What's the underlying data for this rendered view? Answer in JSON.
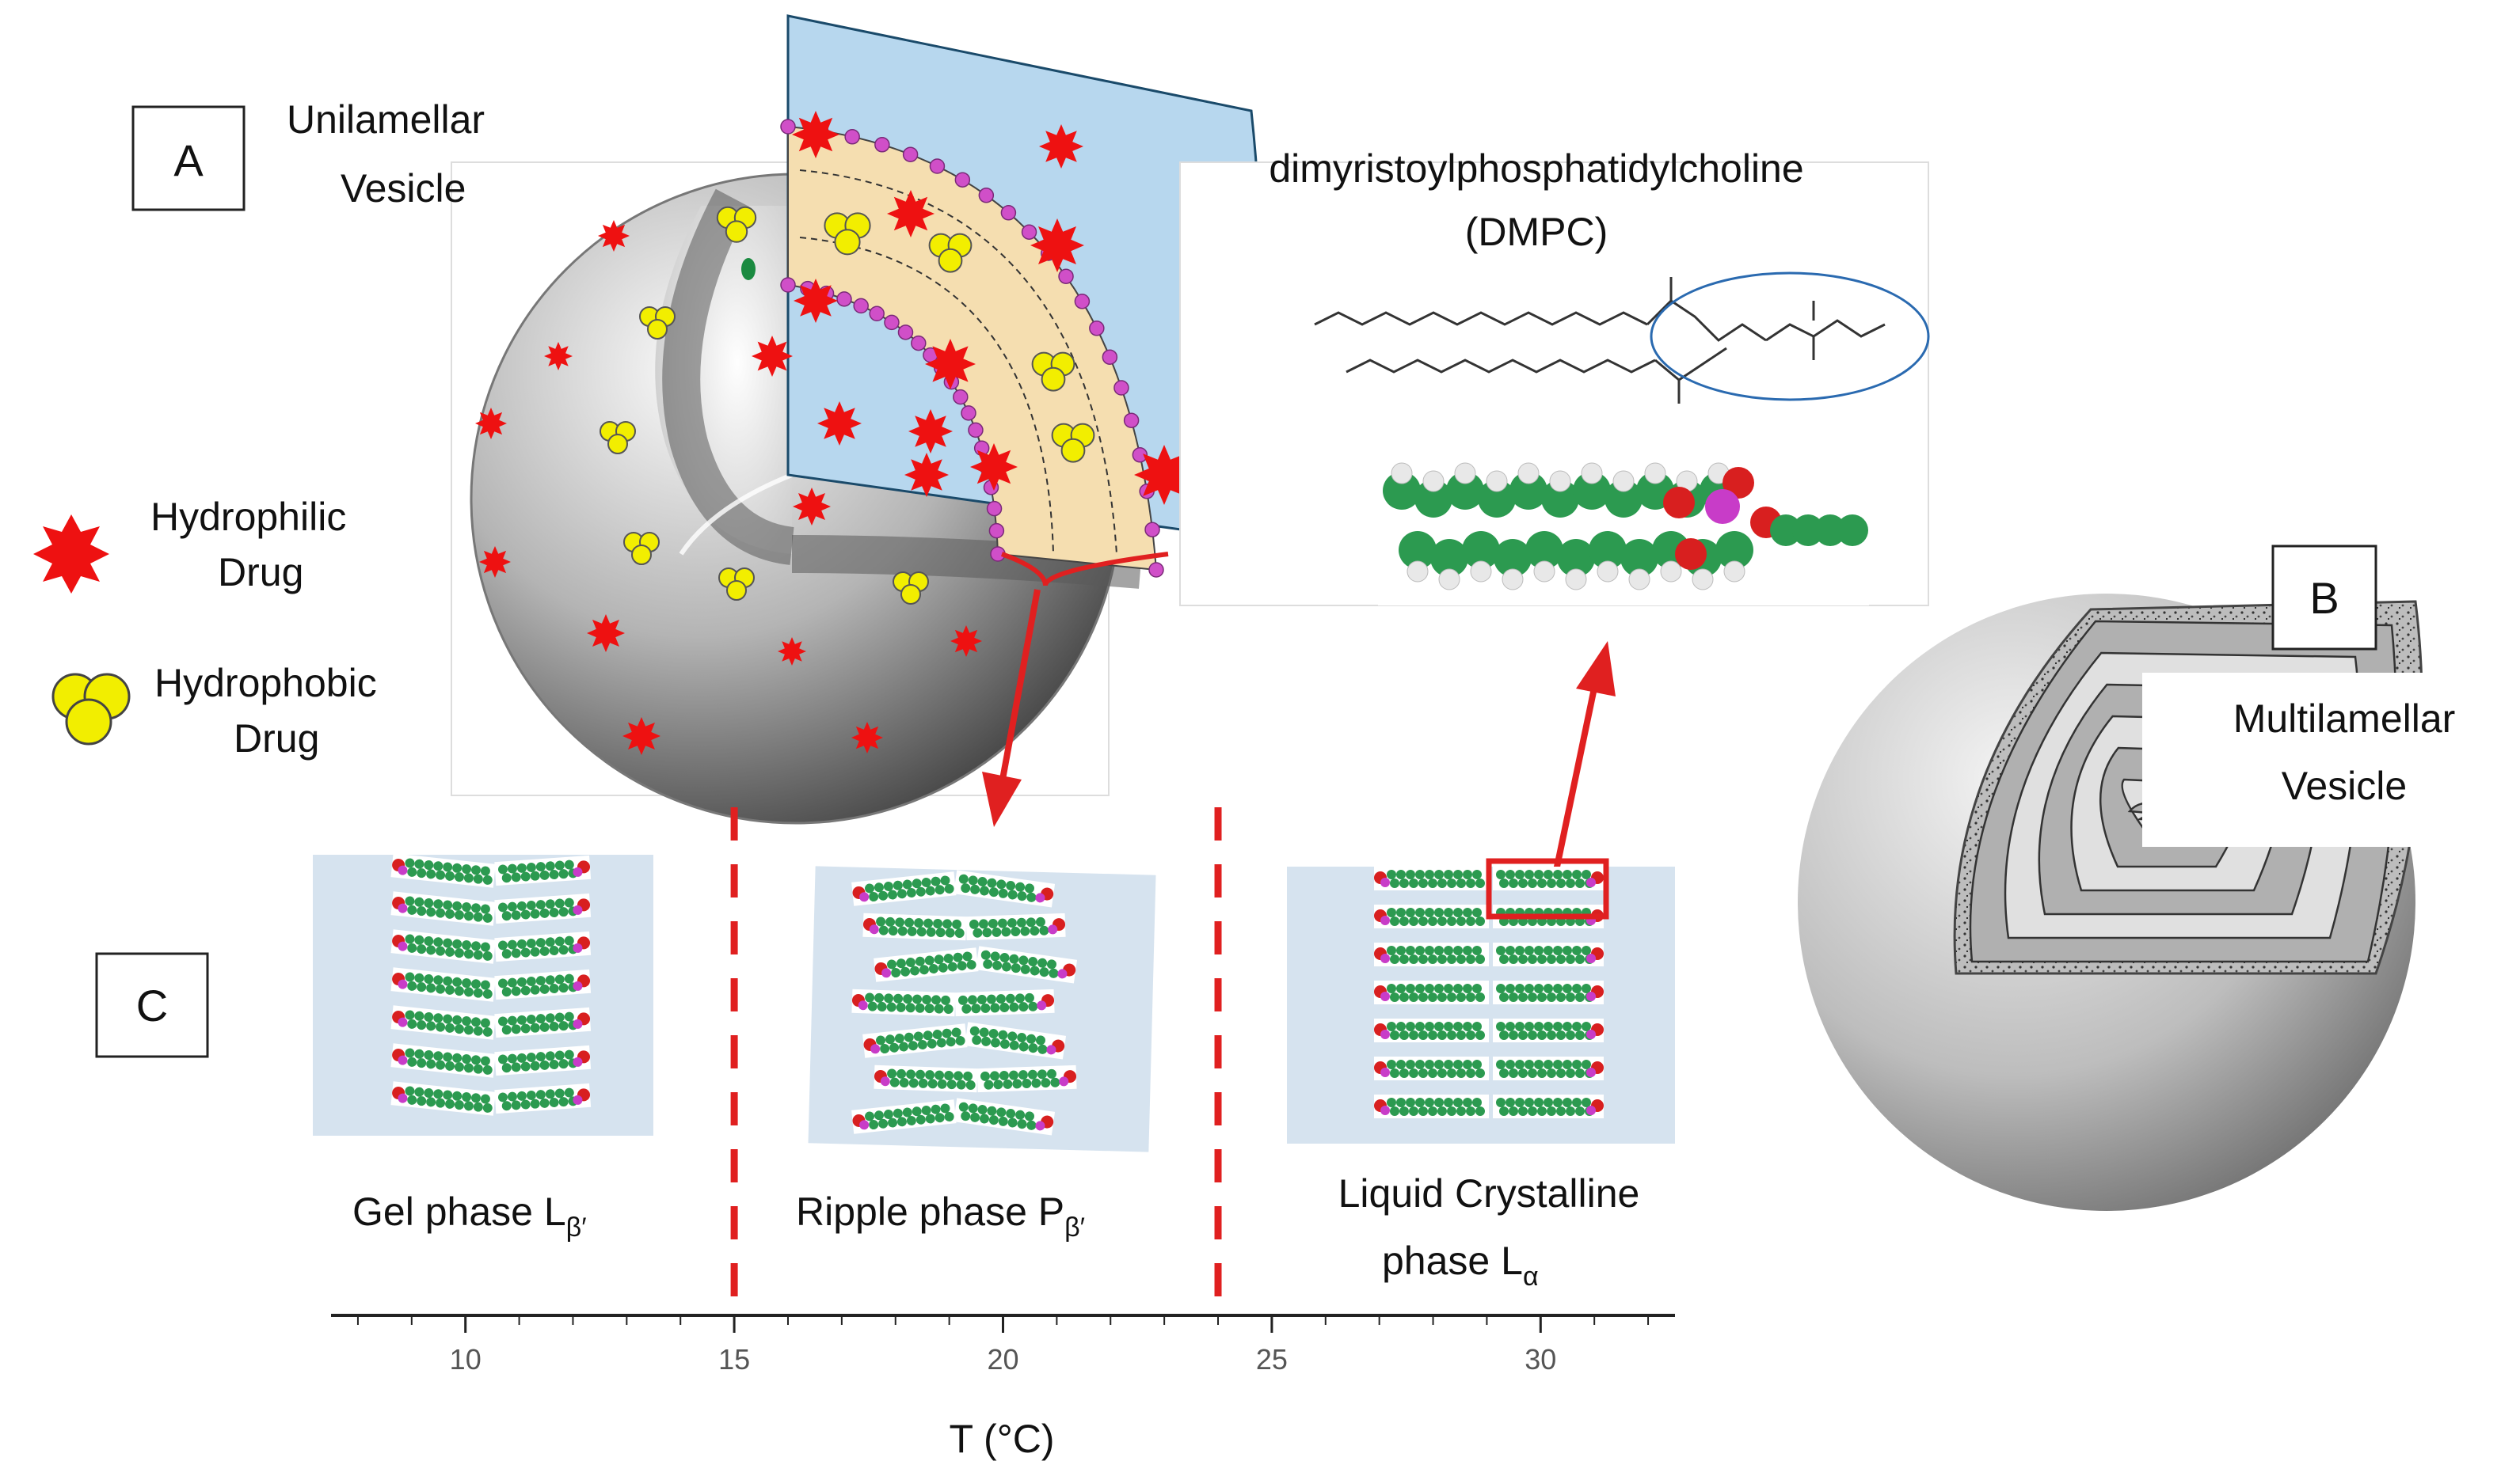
{
  "panels": {
    "A": {
      "letter": "A",
      "title_line1": "Unilamellar",
      "title_line2": "Vesicle"
    },
    "B": {
      "letter": "B",
      "title_line1": "Multilamellar",
      "title_line2": "Vesicle"
    },
    "C": {
      "letter": "C"
    }
  },
  "legend": {
    "hydrophilic_line1": "Hydrophilic",
    "hydrophilic_line2": "Drug",
    "hydrophobic_line1": "Hydrophobic",
    "hydrophobic_line2": "Drug"
  },
  "molecule": {
    "name": "dimyristoylphosphatidylcholine",
    "abbrev": "(DMPC)"
  },
  "phases": {
    "gel": {
      "prefix": "Gel phase L",
      "subscript": "β′"
    },
    "ripple": {
      "prefix": "Ripple phase P",
      "subscript": "β′"
    },
    "liquid": {
      "line1": "Liquid Crystalline",
      "prefix": "phase L",
      "subscript": "α"
    }
  },
  "temperature_axis": {
    "label": "T (°C)",
    "range": [
      7.5,
      32.5
    ],
    "ticks": [
      "10",
      "15",
      "20",
      "25",
      "30"
    ],
    "transitions": [
      15,
      24
    ]
  },
  "colors": {
    "water": "#b7d7ee",
    "bilayer": "#f5deb0",
    "headgroup": "#d04fc8",
    "hydrophilic_drug": "#ee1111",
    "hydrophobic_drug": "#f2ee00",
    "transition_line": "#e02020",
    "arrow": "#e02020",
    "carbon": "#2c9a50",
    "oxygen": "#d81f1f",
    "phosphorus": "#c83cc8"
  }
}
